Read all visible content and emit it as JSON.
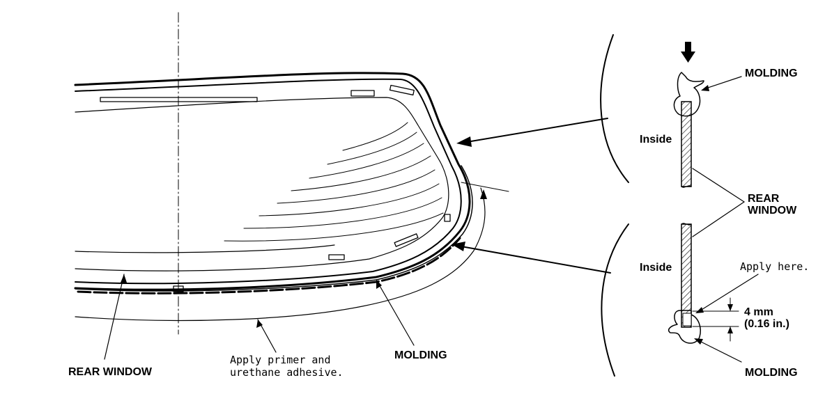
{
  "labels": {
    "rear_window_main": "REAR WINDOW",
    "apply_primer_line1": "Apply primer and",
    "apply_primer_line2": "urethane adhesive.",
    "molding_main": "MOLDING",
    "molding_top": "MOLDING",
    "inside_top": "Inside",
    "rear_window_detail_line1": "REAR",
    "rear_window_detail_line2": "WINDOW",
    "inside_bottom": "Inside",
    "apply_here": "Apply here.",
    "dimension_mm": "4 mm",
    "dimension_in": "(0.16 in.)",
    "molding_bottom": "MOLDING"
  },
  "colors": {
    "ink": "#000000",
    "paper": "#ffffff"
  }
}
